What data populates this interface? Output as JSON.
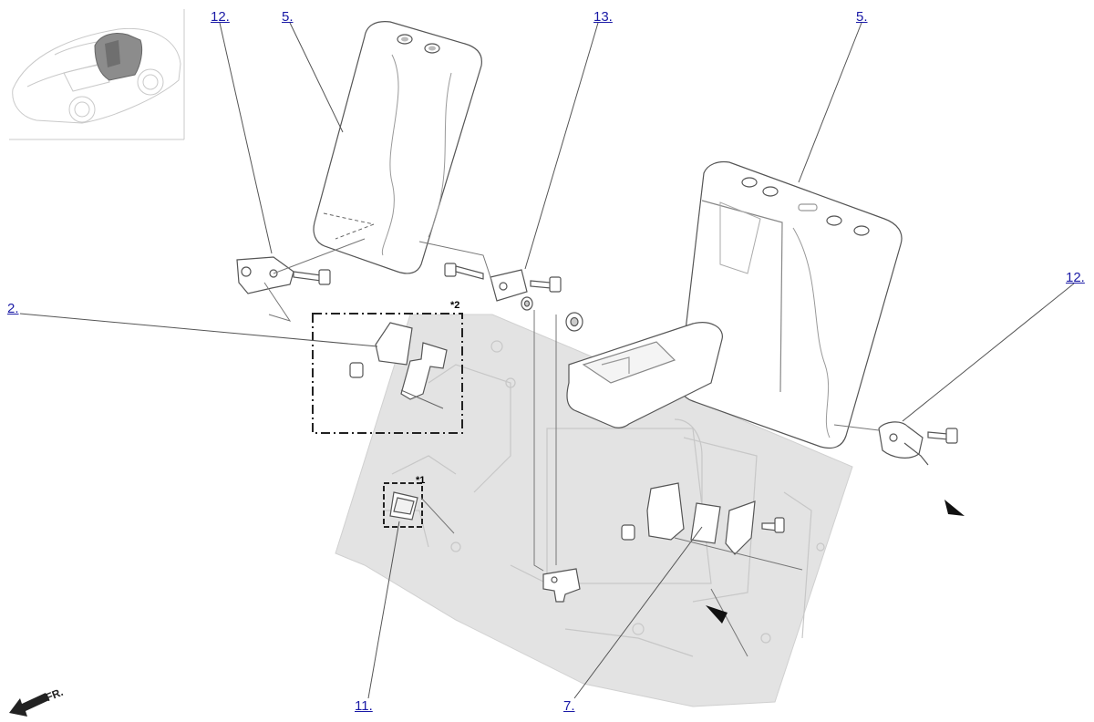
{
  "callouts": {
    "c12_top": "12.",
    "c5_left": "5.",
    "c13": "13.",
    "c5_right": "5.",
    "c12_right": "12.",
    "c2": "2.",
    "c11": "11.",
    "c7": "7."
  },
  "marks": {
    "star2": "*2",
    "star1": "*1",
    "front": "FR."
  },
  "colors": {
    "link": "#1a1aa6",
    "floor_fill": "#e3e3e3",
    "line": "#555555"
  }
}
